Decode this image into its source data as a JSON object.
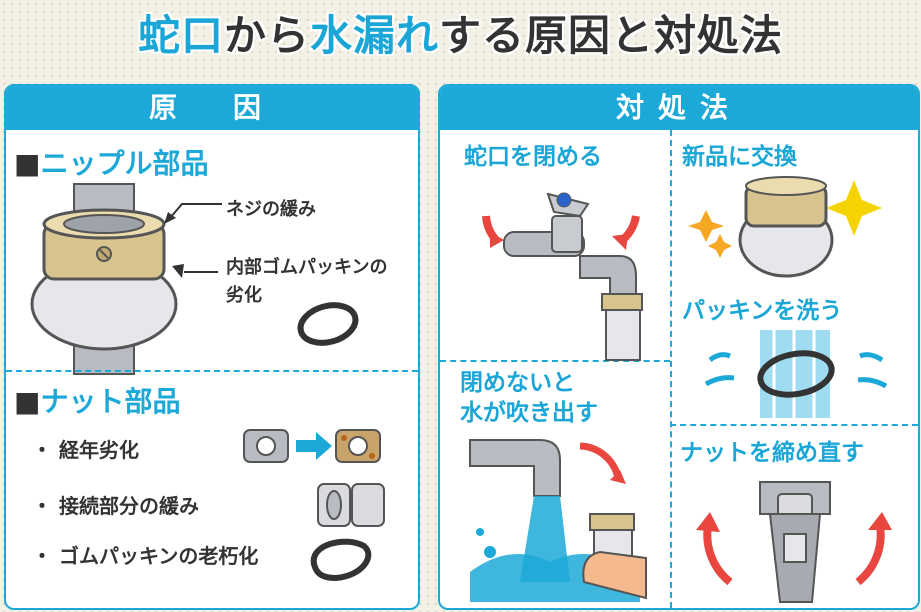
{
  "title": {
    "part1": "蛇口",
    "part2": "から",
    "part3": "水漏れ",
    "part4": "する原因と対処法"
  },
  "causes": {
    "header": "原　因",
    "nipple": {
      "square": "■",
      "title": "ニップル部品",
      "label1": "ネジの緩み",
      "label2a": "内部ゴムパッキンの",
      "label2b": "劣化"
    },
    "nut": {
      "square": "■",
      "title": "ナット部品",
      "items": [
        "・ 経年劣化",
        "・ 接続部分の緩み",
        "・ ゴムパッキンの老朽化"
      ]
    }
  },
  "solutions": {
    "header": "対処法",
    "close_tap": "蛇口を閉める",
    "replace": "新品に交換",
    "wash": "パッキンを洗う",
    "spray_line1": "閉めないと",
    "spray_line2": "水が吹き出す",
    "tighten": "ナットを締め直す"
  },
  "colors": {
    "accent": "#1ca9d8",
    "brass": "#c9b27a",
    "arrow_red": "#e8463e",
    "spark": "#f5a623"
  }
}
